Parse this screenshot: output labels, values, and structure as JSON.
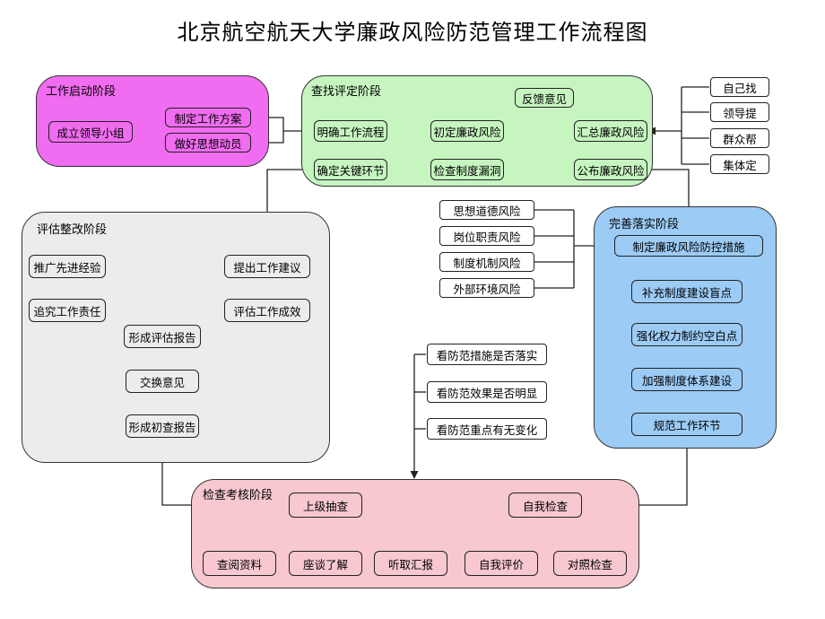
{
  "title": "北京航空航天大学廉政风险防范管理工作流程图",
  "colors": {
    "start": "#f06cf0",
    "find": "#c6f5c0",
    "evaluate": "#ececec",
    "implement": "#9ccbf5",
    "inspect": "#f7c8d0",
    "line": "#222222"
  },
  "stages": {
    "start": {
      "label": "工作启动阶段",
      "items": {
        "leader": "成立领导小组",
        "plan": "制定工作方案",
        "mobilize": "做好思想动员"
      }
    },
    "find": {
      "label": "查找评定阶段",
      "items": {
        "clarify": "明确工作流程",
        "key": "确定关键环节",
        "initial": "初定廉政风险",
        "loophole": "检查制度漏洞",
        "feedback": "反馈意见",
        "summary": "汇总廉政风险",
        "publish": "公布廉政风险"
      },
      "sources": [
        "自己找",
        "领导提",
        "群众帮",
        "集体定"
      ]
    },
    "evaluate": {
      "label": "评估整改阶段",
      "items": {
        "promote": "推广先进经验",
        "accountability": "追究工作责任",
        "report": "形成评估报告",
        "suggest": "提出工作建议",
        "results": "评估工作成效",
        "exchange": "交换意见",
        "draft": "形成初查报告"
      }
    },
    "implement": {
      "label": "完善落实阶段",
      "items": {
        "measures": "制定廉政风险防控措施",
        "gaps": "补充制度建设盲点",
        "power": "强化权力制约空白点",
        "system": "加强制度体系建设",
        "standard": "规范工作环节"
      },
      "risks": [
        "思想道德风险",
        "岗位职责风险",
        "制度机制风险",
        "外部环境风险"
      ]
    },
    "inspect": {
      "label": "检查考核阶段",
      "items": {
        "spot": "上级抽查",
        "self": "自我检查",
        "review": "查阅资料",
        "talk": "座谈了解",
        "listen": "听取汇报",
        "selfeval": "自我评价",
        "compare": "对照检查"
      },
      "checks": [
        "看防范措施是否落实",
        "看防范效果是否明显",
        "看防范重点有无变化"
      ]
    }
  }
}
